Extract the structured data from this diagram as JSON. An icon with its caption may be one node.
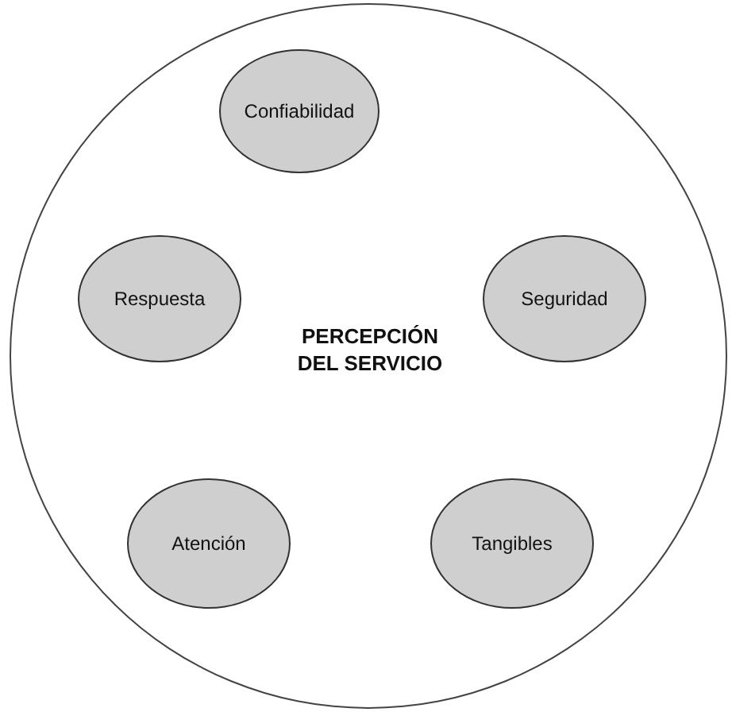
{
  "diagram": {
    "nodes": [
      {
        "text": [
          "PERCEPCIÓN DEL SERVICIO"
        ]
      },
      {
        "text": [
          "Confiabilidad"
        ],
        "in": 0
      },
      {
        "text": [
          "Respuesta"
        ],
        "in": 0
      },
      {
        "text": [
          "Seguridad"
        ],
        "in": 0
      },
      {
        "text": [
          "Atención"
        ],
        "in": 0
      },
      {
        "text": [
          "Tangibles"
        ],
        "in": 0
      }
    ]
  }
}
